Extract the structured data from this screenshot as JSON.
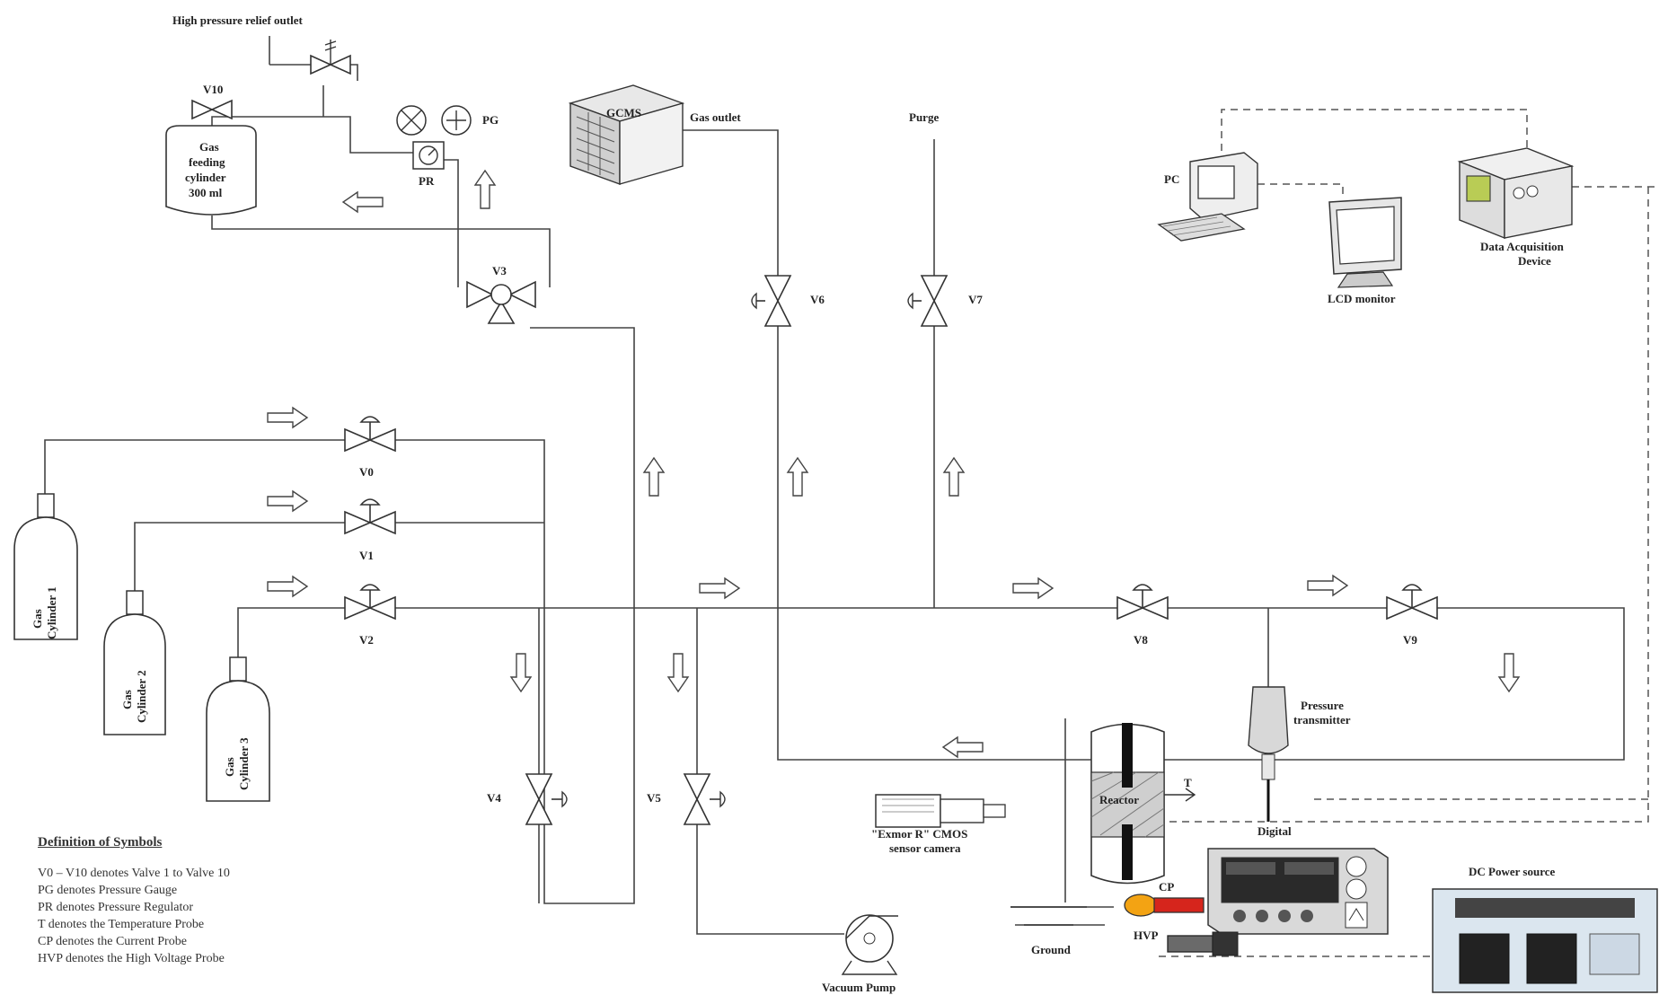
{
  "labels": {
    "relief_outlet": "High pressure relief outlet",
    "v10": "V10",
    "pg": "PG",
    "pr": "PR",
    "feed_cyl_1": "Gas",
    "feed_cyl_2": "feeding",
    "feed_cyl_3": "cylinder",
    "feed_cyl_4": "300 ml",
    "gcms": "GCMS",
    "gas_outlet": "Gas outlet",
    "purge": "Purge",
    "v3": "V3",
    "v6": "V6",
    "v7": "V7",
    "v0": "V0",
    "v1": "V1",
    "v2": "V2",
    "v4": "V4",
    "v5": "V5",
    "v8": "V8",
    "v9": "V9",
    "pc": "PC",
    "lcd": "LCD monitor",
    "daq_1": "Data Acquisition",
    "daq_2": "Device",
    "cyl1_a": "Gas",
    "cyl1_b": "Cylinder 1",
    "cyl2_a": "Gas",
    "cyl2_b": "Cylinder 2",
    "cyl3_a": "Gas",
    "cyl3_b": "Cylinder 3",
    "pressure_1": "Pressure",
    "pressure_2": "transmitter",
    "reactor": "Reactor",
    "t": "T",
    "camera_1": "\"Exmor R\" CMOS",
    "camera_2": "sensor camera",
    "digital_osc": "Digital",
    "cp": "CP",
    "hvp": "HVP",
    "ground": "Ground",
    "vacuum": "Vacuum Pump",
    "dc_power": "DC Power source"
  },
  "legend": {
    "title": "Definition of Symbols",
    "lines": [
      "V0 – V10 denotes Valve 1 to Valve 10",
      "PG denotes Pressure Gauge",
      "PR denotes Pressure Regulator",
      "T denotes the Temperature Probe",
      "CP denotes the Current Probe",
      "HVP denotes the High Voltage Probe"
    ]
  }
}
